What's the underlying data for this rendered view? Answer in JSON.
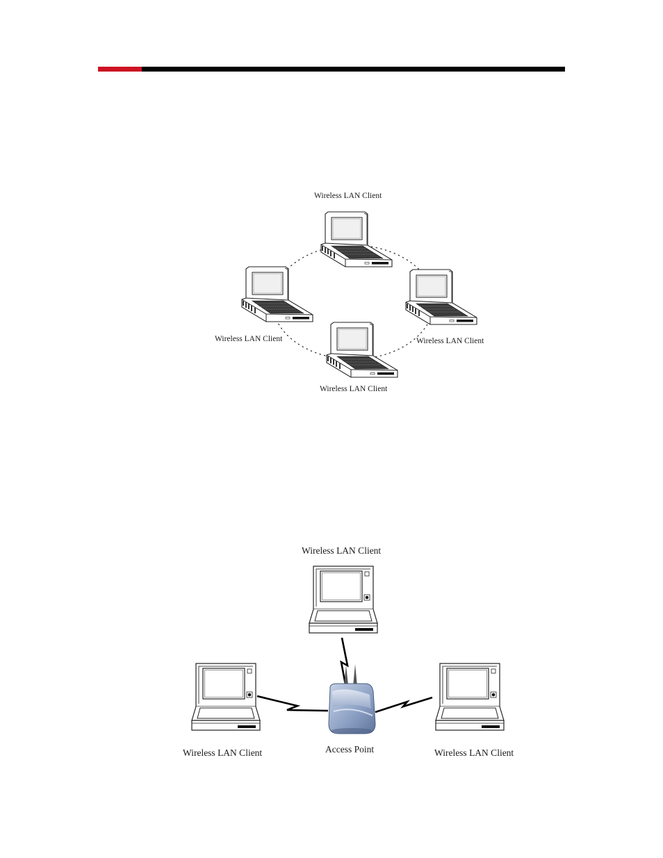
{
  "header": {
    "accent_color": "#cc1122",
    "rule_color": "#000000"
  },
  "adhoc_diagram": {
    "nodes": [
      {
        "id": "top",
        "label": "Wireless LAN Client",
        "icon": "notebook-laptop-icon"
      },
      {
        "id": "left",
        "label": "Wireless LAN Client",
        "icon": "notebook-laptop-icon"
      },
      {
        "id": "right",
        "label": "Wireless LAN Client",
        "icon": "notebook-laptop-icon"
      },
      {
        "id": "bottom",
        "label": "Wireless LAN Client",
        "icon": "notebook-laptop-icon"
      }
    ],
    "link_style": "dotted-ring"
  },
  "infrastructure_diagram": {
    "clients": [
      {
        "id": "top",
        "label": "Wireless LAN Client",
        "icon": "laptop-icon"
      },
      {
        "id": "left",
        "label": "Wireless LAN Client",
        "icon": "laptop-icon"
      },
      {
        "id": "right",
        "label": "Wireless LAN Client",
        "icon": "laptop-icon"
      }
    ],
    "access_point": {
      "label": "Access Point",
      "icon": "wireless-router-icon",
      "color": "#8fa3c6"
    },
    "link_style": "lightning-bolt"
  }
}
